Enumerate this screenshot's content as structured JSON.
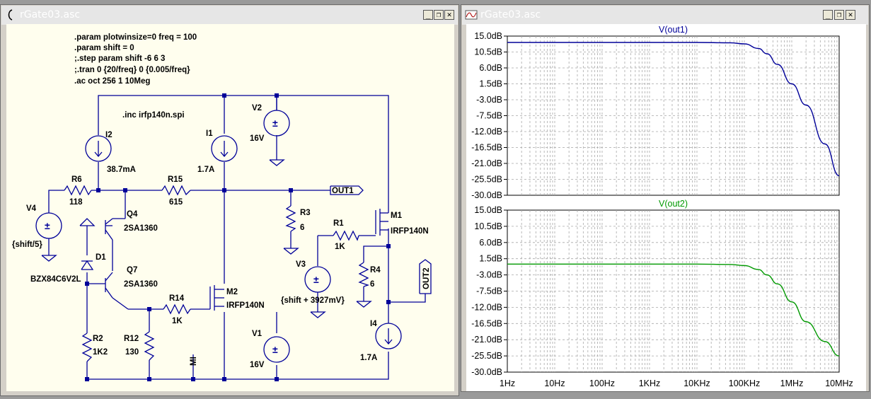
{
  "schematic_window": {
    "title": "rGate03.asc",
    "directives": [
      ".param plotwinsize=0 freq = 100",
      ".param shift = 0",
      ";.step param shift -6 6 3",
      ";.tran 0 {20/freq} 0 {0.005/freq}",
      ".ac oct 256 1 10Meg"
    ],
    "include": ".inc irfp140n.spi",
    "components": {
      "I2_name": "I2",
      "I2_value": "38.7mA",
      "I1_name": "I1",
      "I1_value": "1.7A",
      "V2_name": "V2",
      "V2_value": "16V",
      "R6_name": "R6",
      "R6_value": "118",
      "R15_name": "R15",
      "R15_value": "615",
      "V4_name": "V4",
      "V4_value": "{shift/5}",
      "Q4_name": "Q4",
      "Q4_value": "2SA1360",
      "D1_name": "D1",
      "D1_value": "BZX84C6V2L",
      "Q7_name": "Q7",
      "Q7_value": "2SA1360",
      "R3_name": "R3",
      "R3_value": "6",
      "R1_name": "R1",
      "R1_value": "1K",
      "M1_name": "M1",
      "M1_value": "IRFP140N",
      "V3_name": "V3",
      "V3_value": "{shift + 3927mV}",
      "R4_name": "R4",
      "R4_value": "6",
      "R14_name": "R14",
      "R14_value": "1K",
      "M2_name": "M2",
      "M2_value": "IRFP140N",
      "R2_name": "R2",
      "R2_value": "1K2",
      "R12_name": "R12",
      "R12_value": "130",
      "V1_name": "V1",
      "V1_value": "16V",
      "I4_name": "I4",
      "I4_value": "1.7A"
    },
    "net_labels": {
      "out1": "OUT1",
      "out2": "OUT2",
      "mi": "MI"
    }
  },
  "plot_window": {
    "title": "rGate03.asc",
    "panes": [
      {
        "trace": "V(out1)",
        "color": "#000099"
      },
      {
        "trace": "V(out2)",
        "color": "#009900"
      }
    ],
    "y_ticks": [
      "15.0dB",
      "10.5dB",
      "6.0dB",
      "1.5dB",
      "-3.0dB",
      "-7.5dB",
      "-12.0dB",
      "-16.5dB",
      "-21.0dB",
      "-25.5dB",
      "-30.0dB"
    ],
    "x_ticks": [
      "1Hz",
      "10Hz",
      "100Hz",
      "1KHz",
      "10KHz",
      "100KHz",
      "1MHz",
      "10MHz"
    ]
  },
  "title_buttons": {
    "minimize": "_",
    "restore": "❐",
    "close": "✕"
  },
  "chart_data": [
    {
      "type": "line",
      "title": "V(out1)",
      "xlabel": "",
      "ylabel": "",
      "x_scale": "log",
      "xlim": [
        "1Hz",
        "10MHz"
      ],
      "ylim": [
        -30,
        15
      ],
      "grid": true,
      "series": [
        {
          "name": "V(out1)",
          "color": "#000099",
          "x": [
            1,
            1000,
            10000,
            50000,
            100000,
            200000,
            300000,
            500000,
            1000000,
            2000000,
            5000000,
            10000000
          ],
          "y": [
            13.2,
            13.2,
            13.2,
            13.1,
            12.8,
            11.5,
            10.0,
            7.0,
            1.5,
            -4.5,
            -15.5,
            -24.5
          ]
        }
      ]
    },
    {
      "type": "line",
      "title": "V(out2)",
      "xlabel": "",
      "ylabel": "",
      "x_scale": "log",
      "xlim": [
        "1Hz",
        "10MHz"
      ],
      "ylim": [
        -30,
        15
      ],
      "grid": true,
      "series": [
        {
          "name": "V(out2)",
          "color": "#009900",
          "x": [
            1,
            1000,
            10000,
            50000,
            100000,
            200000,
            300000,
            500000,
            1000000,
            2000000,
            5000000,
            10000000
          ],
          "y": [
            0.0,
            0.0,
            0.0,
            -0.1,
            -0.4,
            -1.5,
            -3.0,
            -5.5,
            -10.5,
            -16.0,
            -21.5,
            -25.5
          ]
        }
      ]
    }
  ]
}
